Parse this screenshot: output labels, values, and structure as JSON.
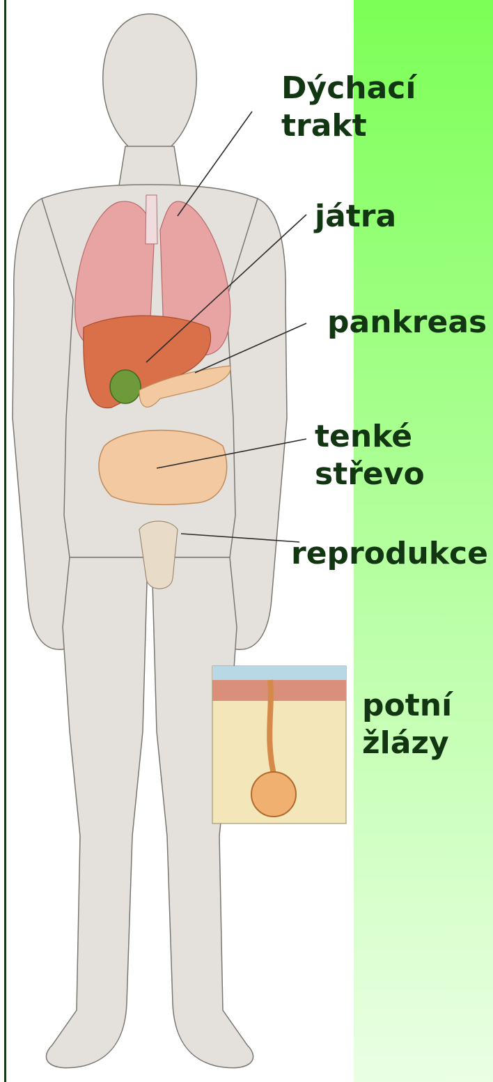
{
  "colors": {
    "panel_top": "#7cff56",
    "panel_bottom": "#eaffe4",
    "label_text": "#123612",
    "skin": "#e4e1dc",
    "skin_outline": "#7a7670",
    "lung": "#e8a3a3",
    "liver": "#d9704a",
    "gut": "#f2c9a0",
    "leader_line": "#2a2a2a"
  },
  "labels": {
    "respiratory": [
      "Dýchací",
      "trakt"
    ],
    "liver": [
      "játra"
    ],
    "pancreas": [
      "pankreas"
    ],
    "small_intestine": [
      "tenké",
      "střevo"
    ],
    "reproduction": [
      "reprodukce"
    ],
    "sweat_glands": [
      "potní",
      "žlázy"
    ]
  }
}
